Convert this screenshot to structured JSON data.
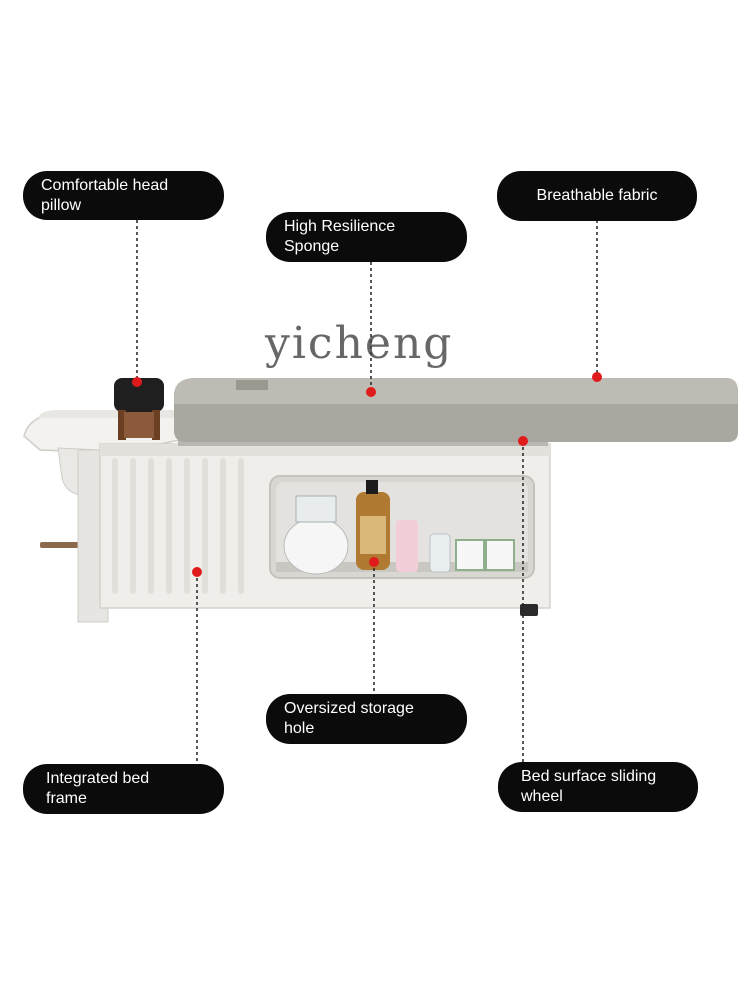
{
  "watermark": "yicheng",
  "labels": {
    "head_pillow": "Comfortable head pillow",
    "sponge": "High Resilience Sponge",
    "fabric": "Breathable fabric",
    "storage": "Oversized storage hole",
    "frame": "Integrated bed frame",
    "wheel": "Bed surface sliding wheel"
  },
  "colors": {
    "label_bg": "#0b0b0b",
    "label_text": "#ffffff",
    "marker": "#e01b1b",
    "mattress": "#a9a79f",
    "cabinet": "#efeeea"
  }
}
